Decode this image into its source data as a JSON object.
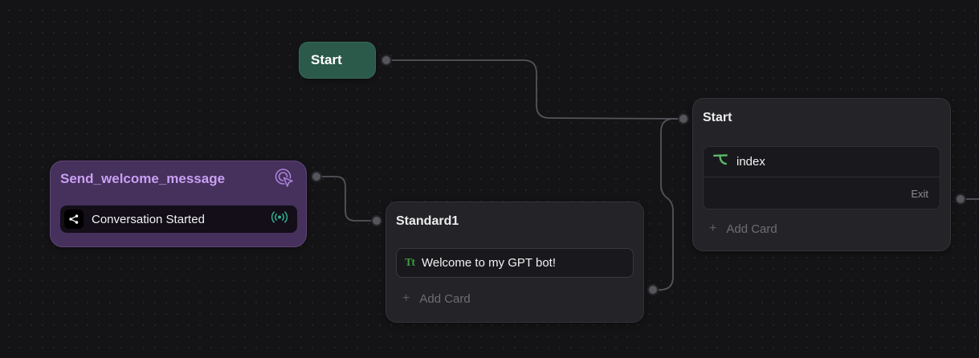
{
  "canvas": {
    "background": "#141416",
    "dot_color": "#232328"
  },
  "nodes": {
    "start_trigger": {
      "label": "Start"
    },
    "send_welcome": {
      "title": "Send_welcome_message",
      "trigger": {
        "label": "Conversation Started",
        "left_icon": "share-icon",
        "right_icon": "broadcast-icon"
      },
      "header_icon": "cursor-click-icon"
    },
    "standard1": {
      "title": "Standard1",
      "cards": [
        {
          "icon": "text-icon",
          "icon_glyph": "Tt",
          "text": "Welcome to my GPT bot!"
        }
      ],
      "add_card": {
        "plus": "+",
        "label": "Add Card"
      }
    },
    "start_page": {
      "title": "Start",
      "card_rows": [
        {
          "icon": "prompt-tau-icon",
          "label": "index"
        },
        {
          "label": "Exit"
        }
      ],
      "add_card": {
        "plus": "+",
        "label": "Add Card"
      }
    }
  },
  "colors": {
    "purple_node_bg": "#46305c",
    "purple_title": "#c9a0f2",
    "green_node_bg": "#2b594a",
    "dark_node_bg": "#242428",
    "inner_card_bg": "#19191d",
    "edge": "#53535a",
    "accent_green": "#5cb868",
    "accent_teal": "#2fae8e",
    "text_icon_green": "#3f9b3f"
  }
}
